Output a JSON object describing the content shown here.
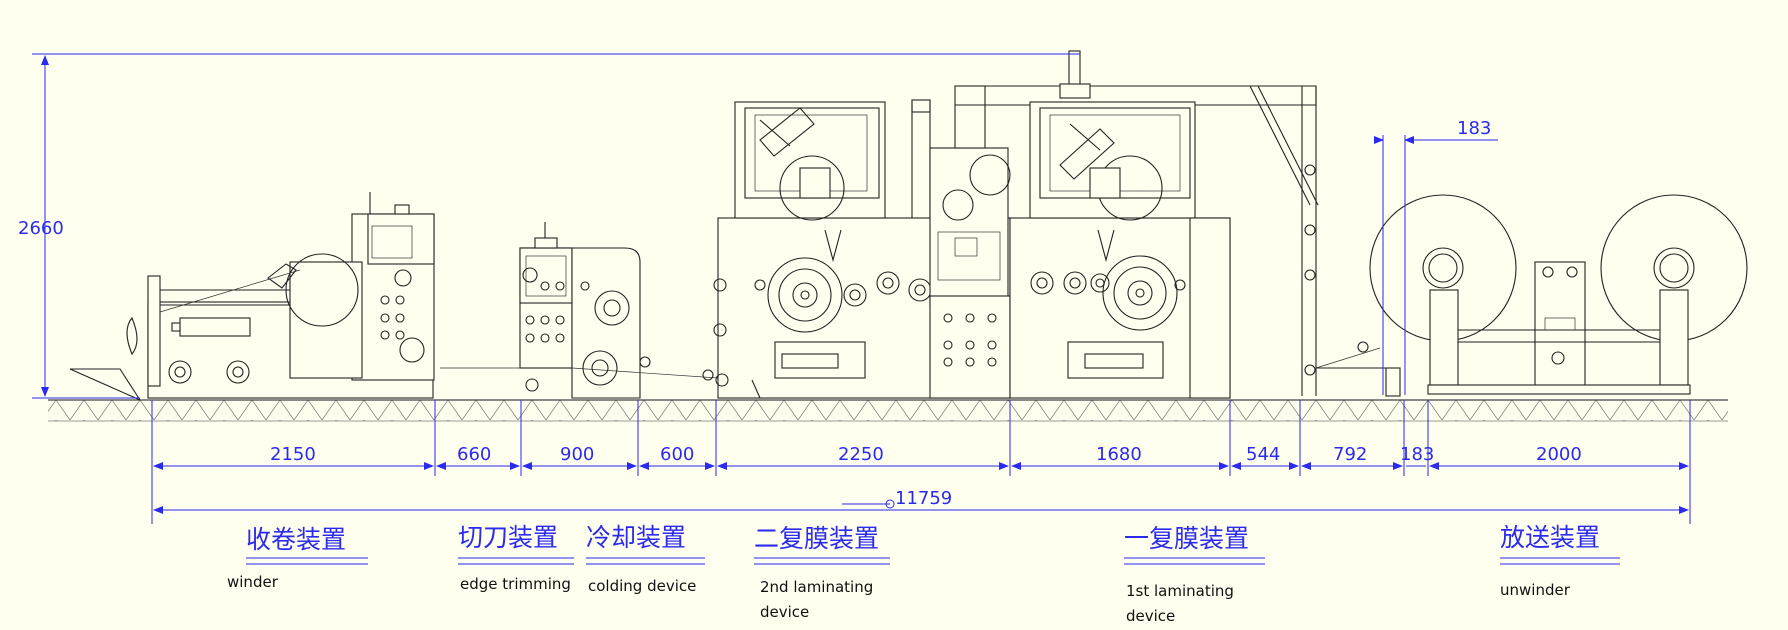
{
  "dimensions": {
    "overall_height": "2660",
    "roll_gap": "183",
    "segments": [
      "2150",
      "660",
      "900",
      "600",
      "2250",
      "1680",
      "544",
      "792",
      "183",
      "2000"
    ],
    "total_length": "11759"
  },
  "sections": [
    {
      "zh": "收卷装置",
      "en": [
        "winder"
      ]
    },
    {
      "zh": "切刀装置",
      "en": [
        "edge trimming"
      ]
    },
    {
      "zh": "冷却装置",
      "en": [
        "colding device"
      ]
    },
    {
      "zh": "二复膜装置",
      "en": [
        "2nd laminating",
        "device"
      ]
    },
    {
      "zh": "一复膜装置",
      "en": [
        "1st laminating",
        "device"
      ]
    },
    {
      "zh": "放送装置",
      "en": [
        "unwinder"
      ]
    }
  ],
  "colors": {
    "background": "#fffff0",
    "dimension": "#2a2af0",
    "linework": "#222222"
  }
}
